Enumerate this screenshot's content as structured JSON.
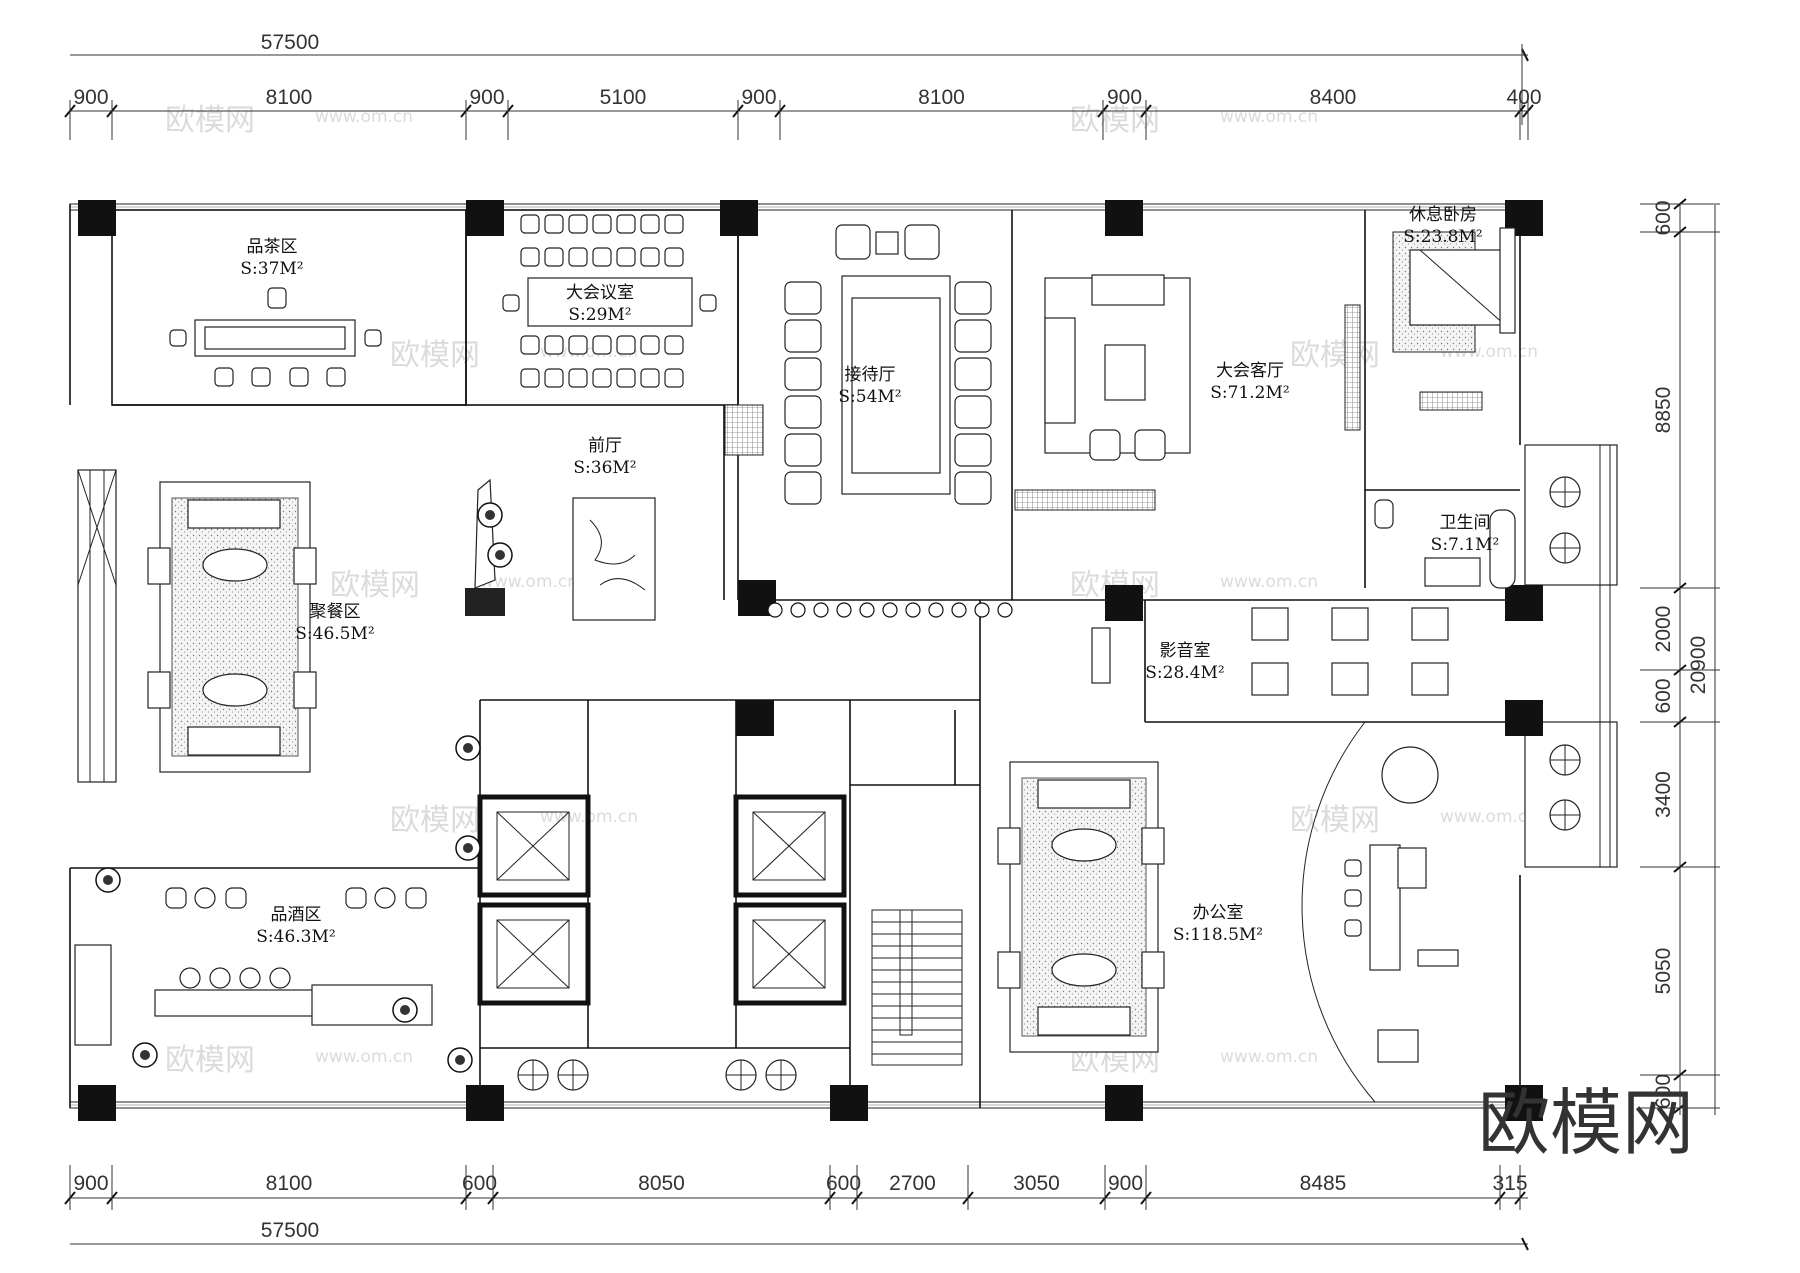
{
  "dimensions": {
    "top_overall": "57500",
    "top_segments": [
      "900",
      "8100",
      "900",
      "5100",
      "900",
      "8100",
      "900",
      "8400",
      "400"
    ],
    "bottom_overall": "57500",
    "bottom_segments": [
      "900",
      "8100",
      "600",
      "8050",
      "600",
      "2700",
      "3050",
      "900",
      "8485",
      "315"
    ],
    "right_overall": "20900",
    "right_segments": [
      "600",
      "8850",
      "2000",
      "600",
      "3400",
      "5050",
      "600"
    ]
  },
  "rooms": [
    {
      "name": "品茶区",
      "area": "S:37M²"
    },
    {
      "name": "大会议室",
      "area": "S:29M²"
    },
    {
      "name": "接待厅",
      "area": "S:54M²"
    },
    {
      "name": "大会客厅",
      "area": "S:71.2M²"
    },
    {
      "name": "休息卧房",
      "area": "S:23.8M²"
    },
    {
      "name": "前厅",
      "area": "S:36M²"
    },
    {
      "name": "聚餐区",
      "area": "S:46.5M²"
    },
    {
      "name": "卫生间",
      "area": "S:7.1M²"
    },
    {
      "name": "影音室",
      "area": "S:28.4M²"
    },
    {
      "name": "品酒区",
      "area": "S:46.3M²"
    },
    {
      "name": "办公室",
      "area": "S:118.5M²"
    }
  ],
  "watermark": {
    "brand": "欧模网",
    "url": "www.om.cn",
    "site_short": "om.cn"
  }
}
